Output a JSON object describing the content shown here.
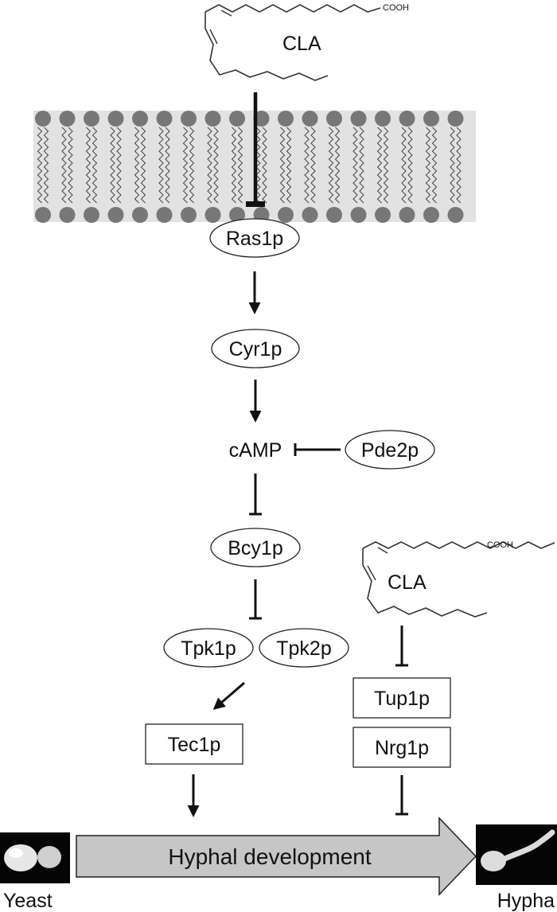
{
  "colors": {
    "lipid_head": "#777777",
    "membrane_band": "#e2e2e2",
    "arrow_body": "#c6c6c6",
    "stroke": "#111111"
  },
  "molecules": {
    "cla_top": {
      "label": "CLA",
      "acid_label": "COOH"
    },
    "cla_right": {
      "label": "CLA",
      "acid_label": "COOH"
    }
  },
  "nodes": {
    "ras1p": "Ras1p",
    "cyr1p": "Cyr1p",
    "camp": "cAMP",
    "pde2p": "Pde2p",
    "bcy1p": "Bcy1p",
    "tpk1p": "Tpk1p",
    "tpk2p": "Tpk2p",
    "tec1p": "Tec1p",
    "tup1p": "Tup1p",
    "nrg1p": "Nrg1p"
  },
  "outcome": {
    "arrow_label": "Hyphal development",
    "yeast_label": "Yeast",
    "hypha_label": "Hypha"
  },
  "icons": {
    "membrane": "lipid-bilayer-icon",
    "yeast": "yeast-cell-image-icon",
    "hypha": "hypha-cell-image-icon"
  }
}
